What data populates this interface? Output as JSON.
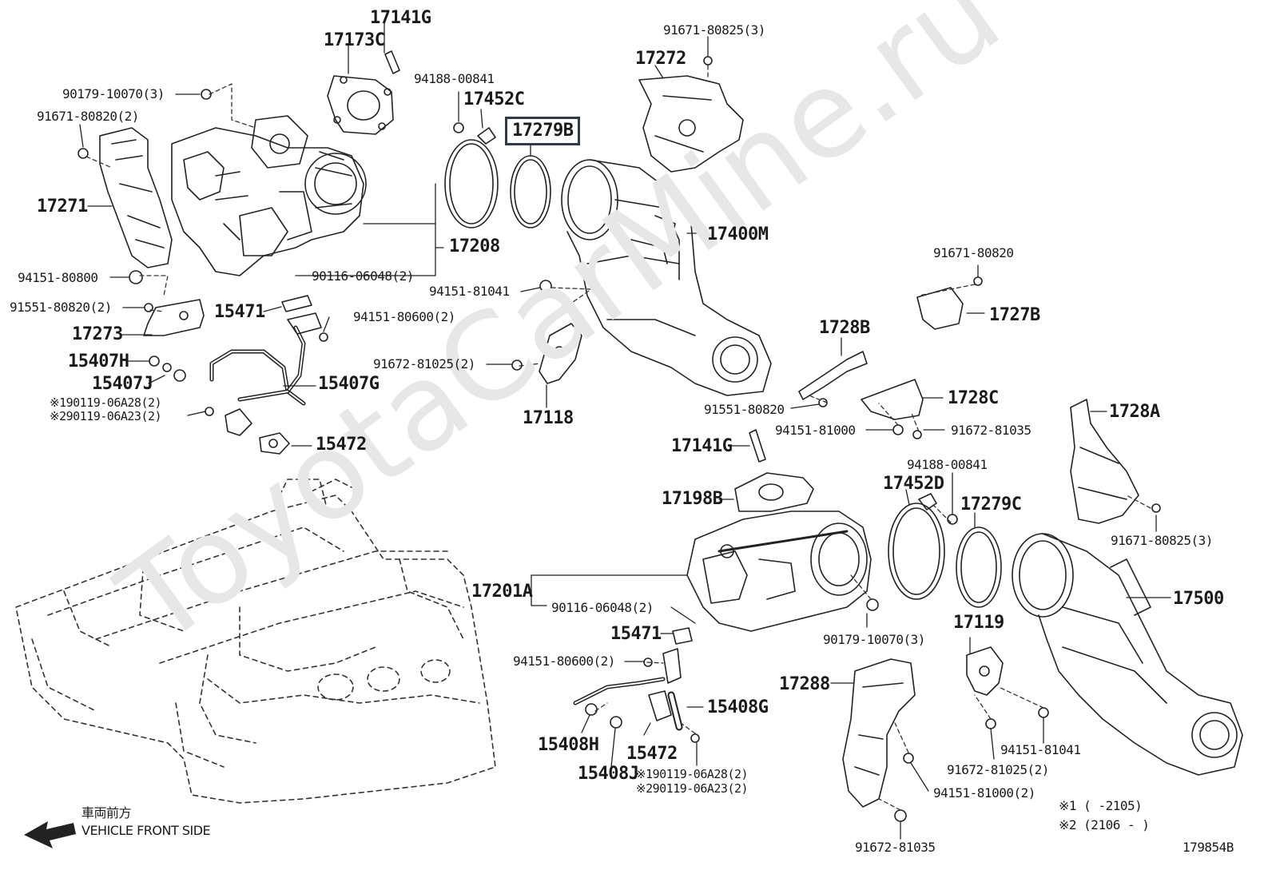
{
  "watermark": "ToyotaCarMine.ru",
  "callouts": {
    "p17141G_top": "17141G",
    "p17173C": "17173C",
    "p90179_10070_3_top": "90179-10070(3)",
    "p91671_80820_2": "91671-80820(2)",
    "p17271": "17271",
    "p94151_80800": "94151-80800",
    "p91551_80820_2": "91551-80820(2)",
    "p17273": "17273",
    "p15407H": "15407H",
    "p15407J": "15407J",
    "p190119_06A28_top": "※190119-06A28(2)",
    "p290119_06A23_top": "※290119-06A23(2)",
    "p15471_top": "15471",
    "p94151_80600_2_top": "94151-80600(2)",
    "p15407G": "15407G",
    "p15472_top": "15472",
    "p90116_06048_2_top": "90116-06048(2)",
    "p17208": "17208",
    "p94188_00841_top": "94188-00841",
    "p17452C": "17452C",
    "p17279B": "17279B",
    "p17400M": "17400M",
    "p94151_81041_top": "94151-81041",
    "p91672_81025_2_top": "91672-81025(2)",
    "p17118": "17118",
    "p91671_80825_3_top": "91671-80825(3)",
    "p17272": "17272",
    "p91671_80820_right": "91671-80820",
    "p1727B": "1727B",
    "p1728B": "1728B",
    "p1728C": "1728C",
    "p91551_80820_right": "91551-80820",
    "p94151_81000": "94151-81000",
    "p91672_81035_top": "91672-81035",
    "p1728A": "1728A",
    "p17141G_mid": "17141G",
    "p17198B": "17198B",
    "p94188_00841_mid": "94188-00841",
    "p17452D": "17452D",
    "p17279C": "17279C",
    "p91671_80825_3_mid": "91671-80825(3)",
    "p17201A": "17201A",
    "p90116_06048_2_mid": "90116-06048(2)",
    "p17500": "17500",
    "p15471_mid": "15471",
    "p94151_80600_2_mid": "94151-80600(2)",
    "p90179_10070_3_mid": "90179-10070(3)",
    "p17119": "17119",
    "p17288": "17288",
    "p15408G": "15408G",
    "p15408H": "15408H",
    "p15472_mid": "15472",
    "p15408J": "15408J",
    "p190119_06A28_bot": "※190119-06A28(2)",
    "p290119_06A23_bot": "※290119-06A23(2)",
    "p94151_81041_bot": "94151-81041",
    "p91672_81025_2_bot": "91672-81025(2)",
    "p94151_81000_2": "94151-81000(2)",
    "p91672_81035_bot": "91672-81035"
  },
  "notes": {
    "note1": "※1 (       -2105)",
    "note2": "※2 (2106 -       )"
  },
  "front": {
    "jp": "車両前方",
    "en": "VEHICLE FRONT SIDE"
  },
  "diagram_code": "179854B"
}
